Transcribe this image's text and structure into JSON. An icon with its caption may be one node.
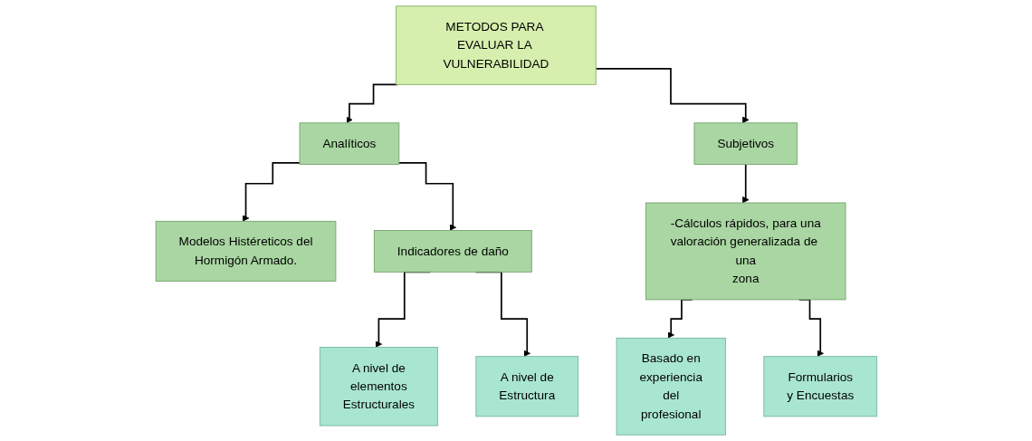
{
  "diagram": {
    "nodes": [
      {
        "text": [
          "METODOS PARA EVALUAR LA VULNERABILIDAD"
        ]
      },
      {
        "text": [
          "Analíticos"
        ]
      },
      {
        "text": [
          "Subjetivos"
        ]
      },
      {
        "text": [
          "Modelos Histéreticos del Hormigón Armado."
        ]
      },
      {
        "text": [
          "Indicadores de daño"
        ]
      },
      {
        "text": [
          "A nivel de elementos Estructurales"
        ]
      },
      {
        "text": [
          "A nivel de Estructura"
        ]
      },
      {
        "text": [
          "-Cálculos rápidos, para una valoración generalizada de una zona"
        ]
      },
      {
        "text": [
          "Basado en experiencia del profesional"
        ]
      },
      {
        "text": [
          "Formularios y Encuestas"
        ]
      }
    ],
    "edges": [
      {
        "from": 0,
        "to": 1,
        "arrow": "to"
      },
      {
        "from": 0,
        "to": 2,
        "arrow": "to"
      },
      {
        "from": 1,
        "to": 3,
        "arrow": "to"
      },
      {
        "from": 1,
        "to": 4,
        "arrow": "to"
      },
      {
        "from": 4,
        "to": 5,
        "arrow": "to"
      },
      {
        "from": 4,
        "to": 6,
        "arrow": "to"
      },
      {
        "from": 2,
        "to": 7,
        "arrow": "to"
      },
      {
        "from": 7,
        "to": 8,
        "arrow": "to"
      },
      {
        "from": 7,
        "to": 9,
        "arrow": "to"
      }
    ]
  }
}
